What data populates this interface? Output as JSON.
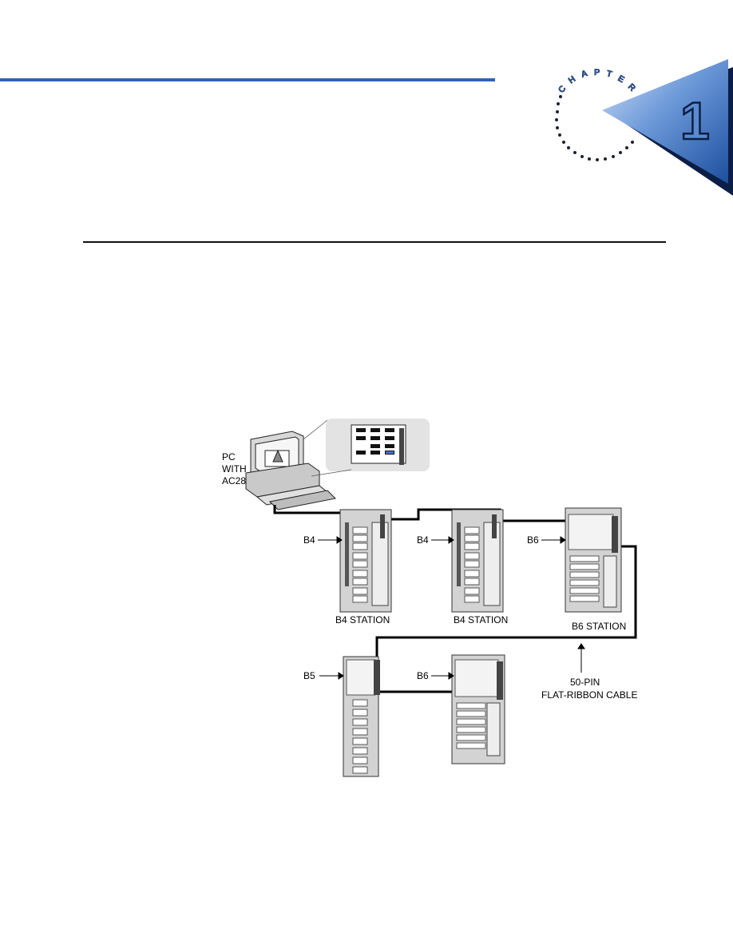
{
  "chapter": {
    "word_letters": [
      "C",
      "H",
      "A",
      "P",
      "T",
      "E",
      "R"
    ],
    "number": "1",
    "colors": {
      "accent": "#2f63b5",
      "badge_light": "#9bbbe8",
      "badge_dark": "#1d4f9e",
      "shadow": "#0b1e45"
    }
  },
  "figure": {
    "pc_label": [
      "PC",
      "WITH",
      "AC28"
    ],
    "pointers": [
      "B4",
      "B4",
      "B6",
      "B5",
      "B6"
    ],
    "stations": [
      "B4 STATION",
      "B4 STATION",
      "B6 STATION"
    ],
    "cable_label": [
      "50-PIN",
      "FLAT-RIBBON CABLE"
    ]
  }
}
